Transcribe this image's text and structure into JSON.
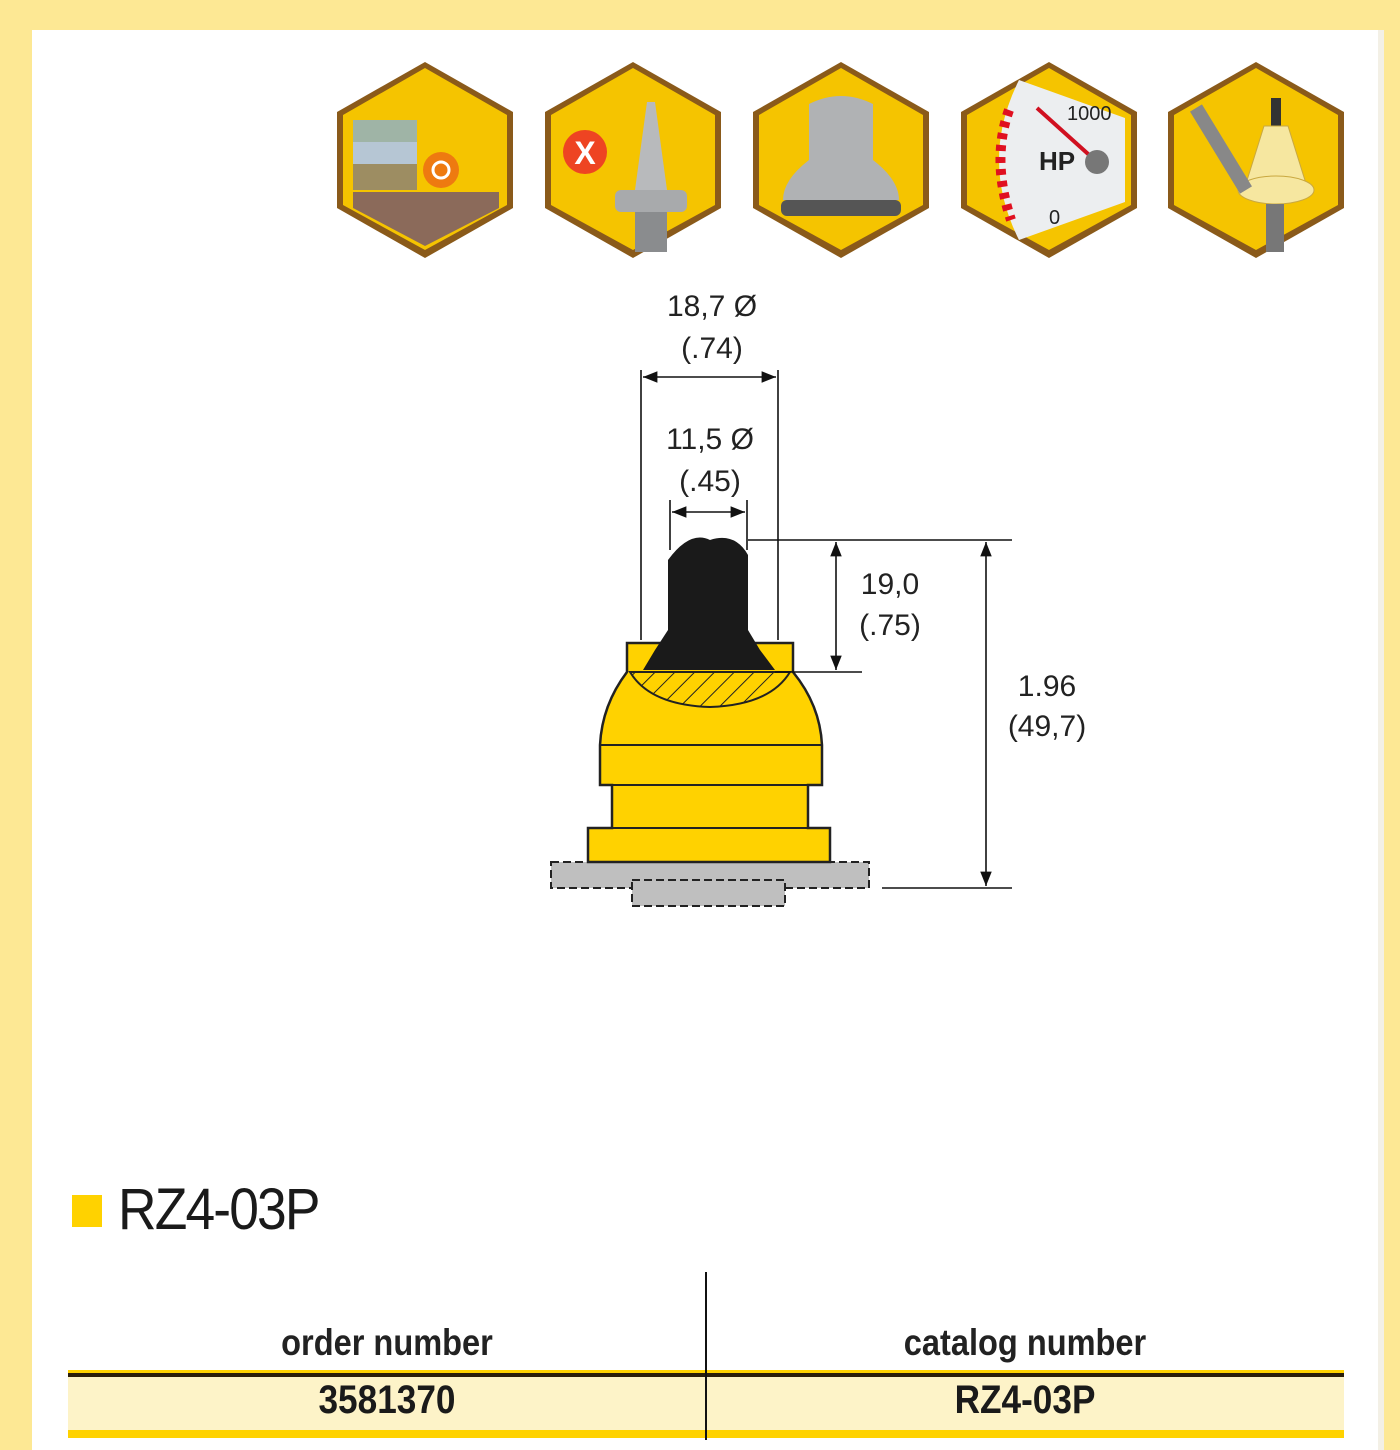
{
  "icons": [
    {
      "name": "rock-layers-icon"
    },
    {
      "name": "heat-resistant-tip-icon",
      "label": "X"
    },
    {
      "name": "carbide-bit-icon"
    },
    {
      "name": "horsepower-gauge-icon",
      "gauge_max": "1000",
      "gauge_unit": "HP",
      "gauge_min": "0"
    },
    {
      "name": "bit-removal-tool-icon"
    }
  ],
  "dimensions": {
    "outer_diameter_mm": "18,7 Ø",
    "outer_diameter_in": "(.74)",
    "tip_diameter_mm": "11,5 Ø",
    "tip_diameter_in": "(.45)",
    "tip_height_mm": "19,0",
    "tip_height_in": "(.75)",
    "total_height_in": "1.96",
    "total_height_mm": "(49,7)"
  },
  "product": {
    "title": "RZ4-03P"
  },
  "table": {
    "headers": [
      "order number",
      "catalog number"
    ],
    "rows": [
      [
        "3581370",
        "RZ4-03P"
      ]
    ]
  },
  "colors": {
    "brand_yellow": "#ffd200",
    "page_bg": "#fde894"
  }
}
